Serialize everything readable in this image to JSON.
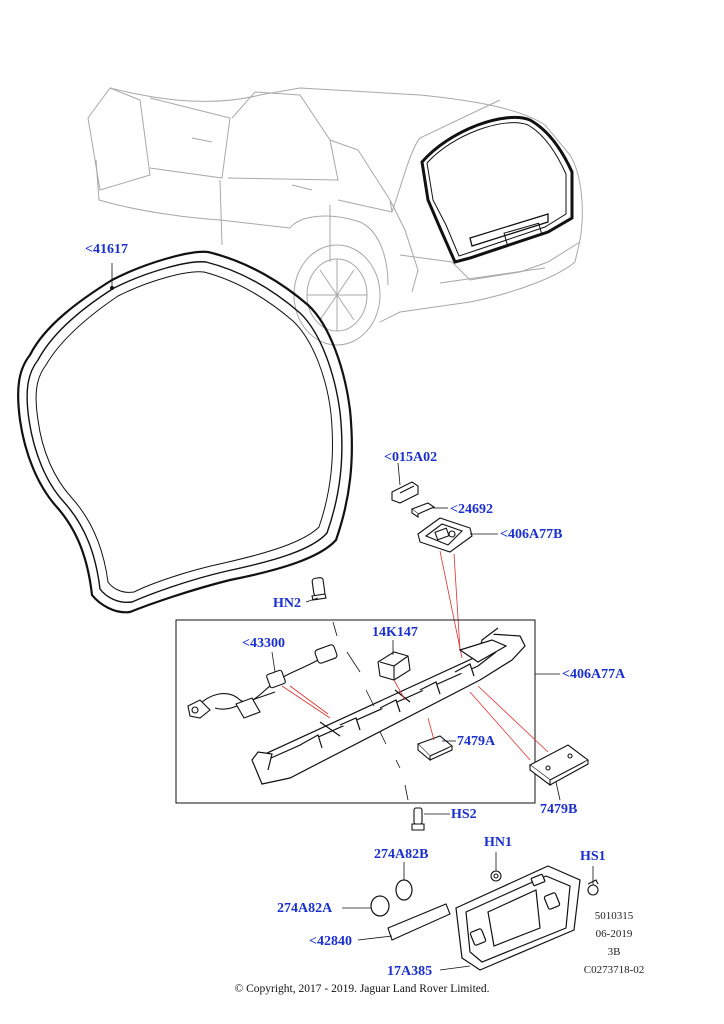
{
  "callouts": {
    "c41617": "<41617",
    "c015A02": "<015A02",
    "c24692": "<24692",
    "c406A77B": "<406A77B",
    "cHN2": "HN2",
    "c14K147": "14K147",
    "c43300": "<43300",
    "c406A77A": "<406A77A",
    "c7479A": "7479A",
    "c7479B": "7479B",
    "cHS2": "HS2",
    "c274A82B": "274A82B",
    "cHN1": "HN1",
    "cHS1": "HS1",
    "c274A82A": "274A82A",
    "c42840": "<42840",
    "c17A385": "17A385"
  },
  "meta": {
    "code": "5010315",
    "date": "06-2019",
    "rev": "3B",
    "ref": "C0273718-02"
  },
  "footer": {
    "copyright": "© Copyright, 2017 - 2019. Jaguar Land Rover Limited."
  },
  "colors": {
    "callout": "#1a2fd0",
    "leader_red": "#e03030",
    "line": "#111111",
    "ghost": "#9a9a9a"
  }
}
